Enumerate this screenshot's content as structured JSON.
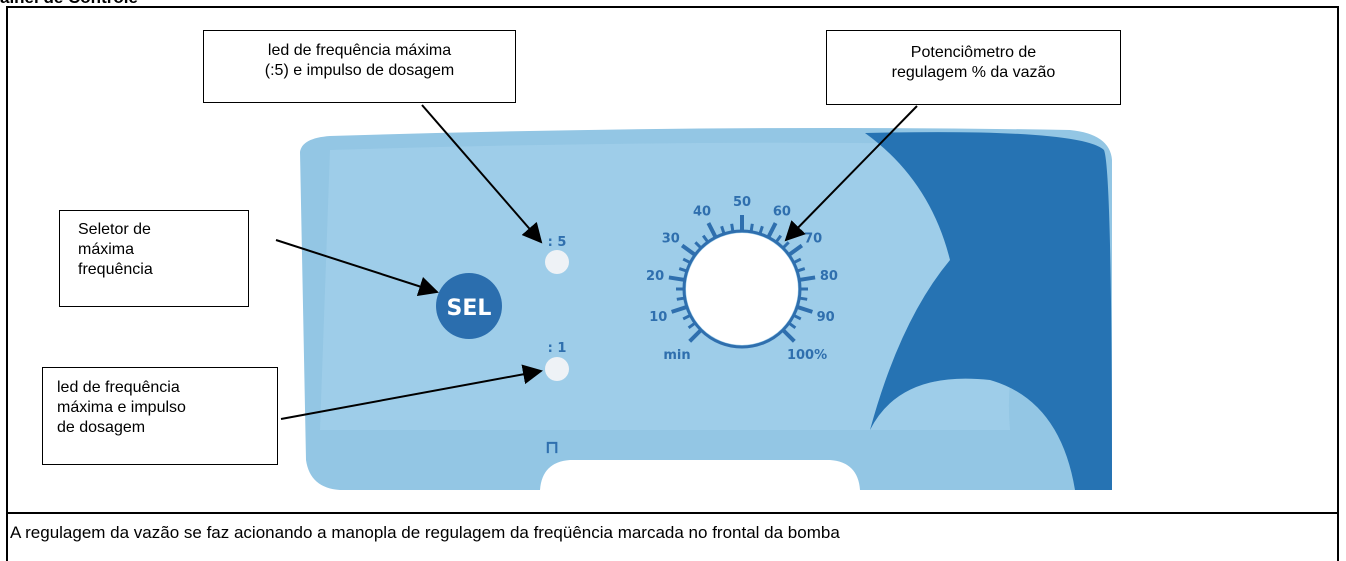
{
  "header": {
    "title_fragment": "ainel de Controle"
  },
  "panel": {
    "sel_button_label": "SEL",
    "led_top_label": ": 5",
    "led_bottom_label": ": 1",
    "pulse_symbol": "⊓",
    "dial_labels": [
      "min",
      "10",
      "20",
      "30",
      "40",
      "50",
      "60",
      "70",
      "80",
      "90",
      "100%"
    ],
    "colors": {
      "panel_light": "#93c6e4",
      "panel_mid": "#a8d3ec",
      "panel_dark": "#2673b3",
      "sel_button": "#2b6eae",
      "led": "#eef2f6",
      "tick": "#2f6fae"
    }
  },
  "callouts": {
    "led_max_freq": {
      "line1": "led de frequência máxima",
      "line2": "(:5) e impulso de dosagem"
    },
    "potentiometer": {
      "line1": "Potenciômetro de",
      "line2": "regulagem % da vazão"
    },
    "selector": {
      "line1": "Seletor de",
      "line2": "máxima",
      "line3": "frequência"
    },
    "led_min_freq": {
      "line1": "led de frequência",
      "line2": "máxima e impulso",
      "line3": "de dosagem"
    }
  },
  "caption": "A regulagem da vazão se faz acionando a manopla de regulagem da freqüência marcada no frontal da bomba"
}
